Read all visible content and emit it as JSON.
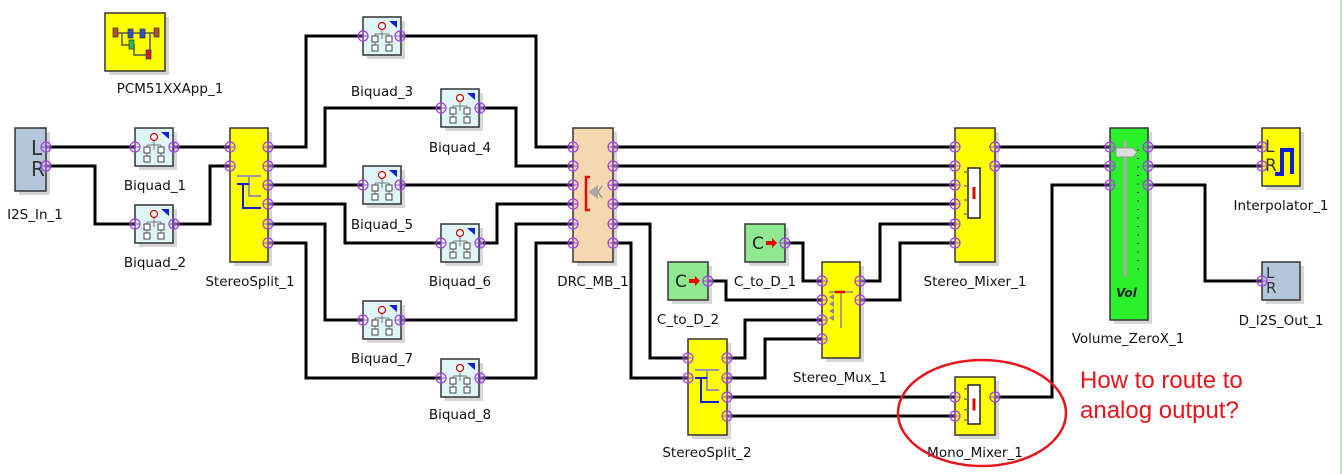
{
  "blocks": {
    "pcm_app": {
      "label": "PCM51XXApp_1",
      "icon": "app-flow-icon"
    },
    "i2s_in": {
      "label": "I2S_In_1",
      "port_labels": [
        "L",
        "R"
      ]
    },
    "biquad_1": {
      "label": "Biquad_1"
    },
    "biquad_2": {
      "label": "Biquad_2"
    },
    "biquad_3": {
      "label": "Biquad_3"
    },
    "biquad_4": {
      "label": "Biquad_4"
    },
    "biquad_5": {
      "label": "Biquad_5"
    },
    "biquad_6": {
      "label": "Biquad_6"
    },
    "biquad_7": {
      "label": "Biquad_7"
    },
    "biquad_8": {
      "label": "Biquad_8"
    },
    "stereo_split_1": {
      "label": "StereoSplit_1"
    },
    "drc_mb": {
      "label": "DRC_MB_1"
    },
    "c_to_d_1": {
      "label": "C_to_D_1",
      "glyph": "C"
    },
    "c_to_d_2": {
      "label": "C_to_D_2",
      "glyph": "C"
    },
    "stereo_mux": {
      "label": "Stereo_Mux_1"
    },
    "stereo_split_2": {
      "label": "StereoSplit_2"
    },
    "stereo_mixer": {
      "label": "Stereo_Mixer_1"
    },
    "mono_mixer": {
      "label": "Mono_Mixer_1"
    },
    "volume": {
      "label": "Volume_ZeroX_1",
      "glyph": "Vol"
    },
    "interpolator": {
      "label": "Interpolator_1",
      "port_labels": [
        "L",
        "R"
      ]
    },
    "d_i2s_out": {
      "label": "D_I2S_Out_1",
      "port_labels": [
        "L",
        "R"
      ]
    }
  },
  "annotation": {
    "line1": "How to route to",
    "line2": "analog output?",
    "color": "#e8141c"
  },
  "colors": {
    "yellow_block": "#ffff00",
    "biquad_block": "#dff6f8",
    "io_block": "#b4c6dc",
    "drc_block": "#f5d8b0",
    "c_to_d_block": "#90e890",
    "volume_block": "#2cf02c",
    "port": "#a040e0",
    "wire": "#000000"
  }
}
